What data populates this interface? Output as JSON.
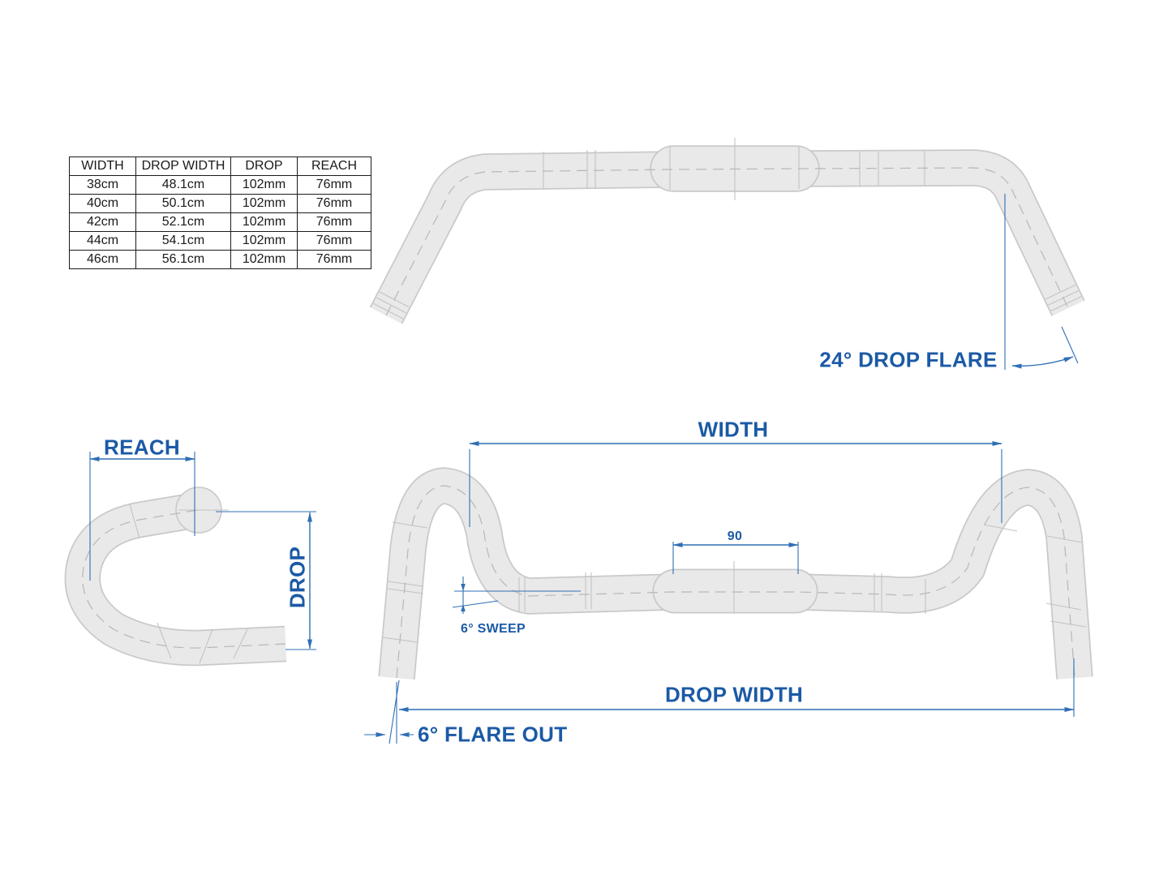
{
  "colors": {
    "blue": "#1b5aa6",
    "dimblue": "#2f6fb4",
    "tubefill": "#e9e9e9",
    "tubeline": "#c9c9c9",
    "detail": "#c3c3c3",
    "dash": "#b7b7b7",
    "table_border": "#1a1a1a"
  },
  "spec_table": {
    "headers": [
      "WIDTH",
      "DROP WIDTH",
      "DROP",
      "REACH"
    ],
    "rows": [
      [
        "38cm",
        "48.1cm",
        "102mm",
        "76mm"
      ],
      [
        "40cm",
        "50.1cm",
        "102mm",
        "76mm"
      ],
      [
        "42cm",
        "52.1cm",
        "102mm",
        "76mm"
      ],
      [
        "44cm",
        "54.1cm",
        "102mm",
        "76mm"
      ],
      [
        "46cm",
        "56.1cm",
        "102mm",
        "76mm"
      ]
    ]
  },
  "annotations": {
    "top_view": {
      "drop_flare": "24° DROP FLARE"
    },
    "side_view": {
      "reach": "REACH",
      "drop": "DROP"
    },
    "front_view": {
      "width": "WIDTH",
      "clamp_width": "90",
      "sweep": "6° SWEEP",
      "drop_width": "DROP WIDTH",
      "flare_out": "6° FLARE OUT"
    }
  }
}
